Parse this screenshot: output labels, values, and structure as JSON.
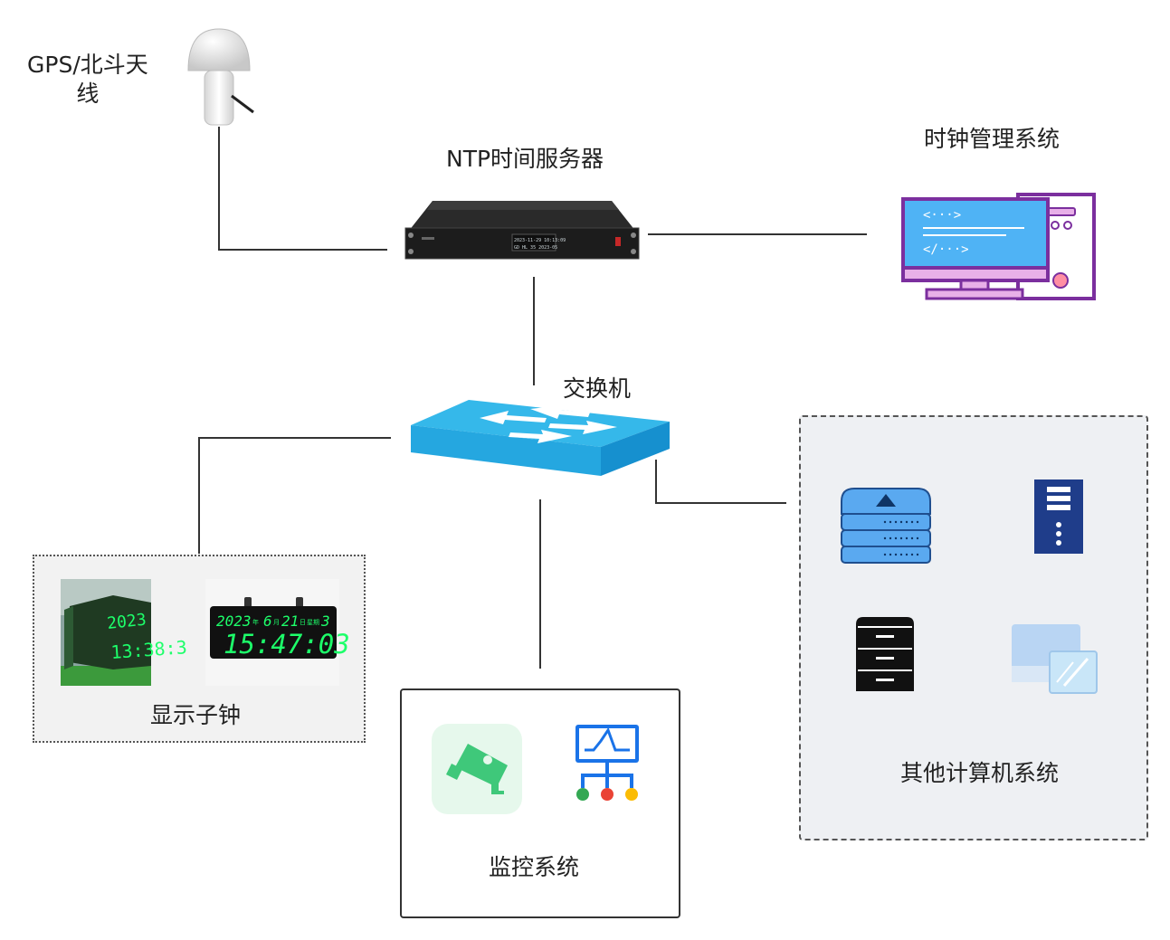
{
  "labels": {
    "antenna_line1": "GPS/北斗天",
    "antenna_line2": "线",
    "ntp_server": "NTP时间服务器",
    "clock_mgmt": "时钟管理系统",
    "switch": "交换机",
    "sub_clocks": "显示子钟",
    "monitoring": "监控系统",
    "other_computers": "其他计算机系统"
  },
  "ntp_front_panel": {
    "line1": "2023-11-29  10:13:09",
    "line2": "GD  HL 35   2023-05"
  },
  "clock_displays": {
    "photo_text_1": "2023",
    "photo_text_2": "13:38:3",
    "clock_date_year": "2023",
    "clock_year_unit": "年",
    "clock_month": "6",
    "clock_month_unit": "月",
    "clock_day": "21",
    "clock_day_unit": "日",
    "clock_week_label": "星期",
    "clock_weekday": "3",
    "clock_time": "15:47:03"
  },
  "colors": {
    "switch_top": "#35b8ea",
    "switch_side": "#1ea2dd",
    "monitor_purple": "#7b2f9e",
    "monitor_screen": "#4fb3f5",
    "server_blue": "#5aa9f0",
    "tower_navy": "#1f3d8a",
    "camera_green": "#3fc87a",
    "led_green": "#1dff6a"
  },
  "icons": [
    "antenna-icon",
    "ntp-server-icon",
    "computer-icon",
    "switch-icon",
    "led-clock-photo",
    "led-clock-icon",
    "camera-icon",
    "network-monitor-icon",
    "storage-server-icon",
    "tower-server-icon",
    "file-cabinet-icon",
    "windows-icon"
  ]
}
